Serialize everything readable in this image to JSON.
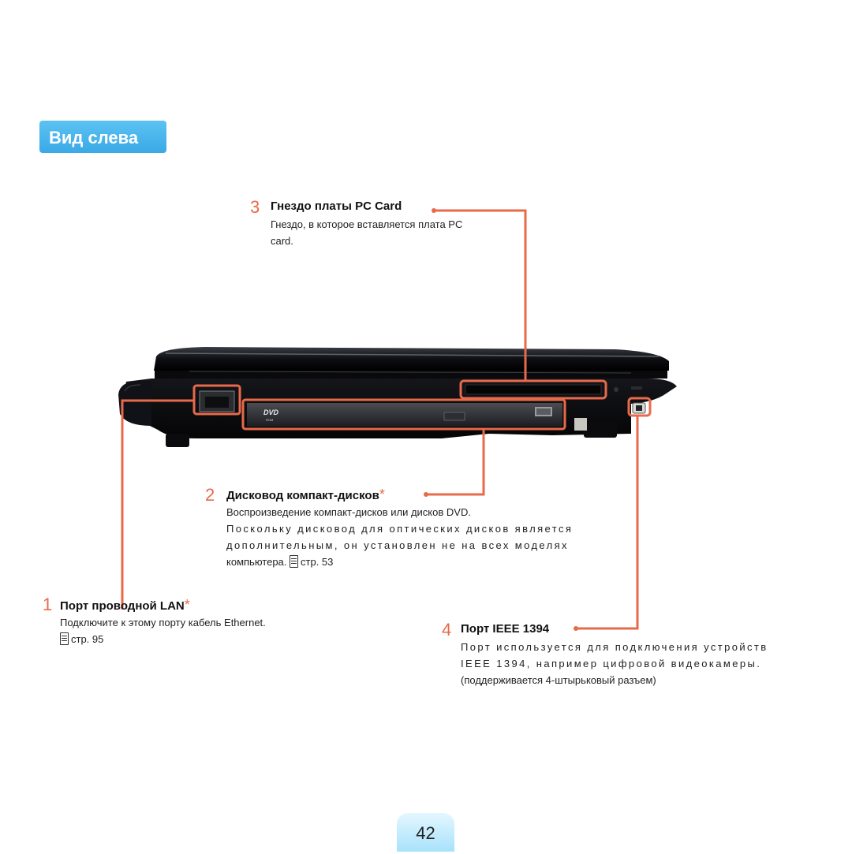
{
  "section": {
    "title": "Вид слева"
  },
  "callouts": {
    "pc_card": {
      "number": "3",
      "title": "Гнездо платы PC Card",
      "line1": "Гнездо, в которое вставляется плата PC",
      "line2": "card."
    },
    "optical": {
      "number": "2",
      "title": "Дисковод компакт-дисков",
      "asterisk": "*",
      "line1": "Воспроизведение компакт-дисков или дисков DVD.",
      "line2": "Поскольку дисковод для оптических дисков является",
      "line3": "дополнительным, он установлен не на всех моделях",
      "line4_text": "компьютера.",
      "line4_ref": "стр. 53"
    },
    "lan": {
      "number": "1",
      "title": "Порт проводной LAN",
      "asterisk": "*",
      "line1": "Подключите к этому порту кабель Ethernet.",
      "ref": "стр. 95"
    },
    "ieee": {
      "number": "4",
      "title": "Порт IEEE 1394",
      "line1": "Порт используется для подключения устройств",
      "line2": "IEEE 1394, например цифровой видеокамеры.",
      "line3": "(поддерживается 4-штырьковый разъем)"
    }
  },
  "laptop": {
    "dvd_logo": "DVD",
    "dvd_sub": "ROM"
  },
  "accent_color": "#e86a4a",
  "title_bg_color": "#4cb6ee",
  "page_number": "42"
}
